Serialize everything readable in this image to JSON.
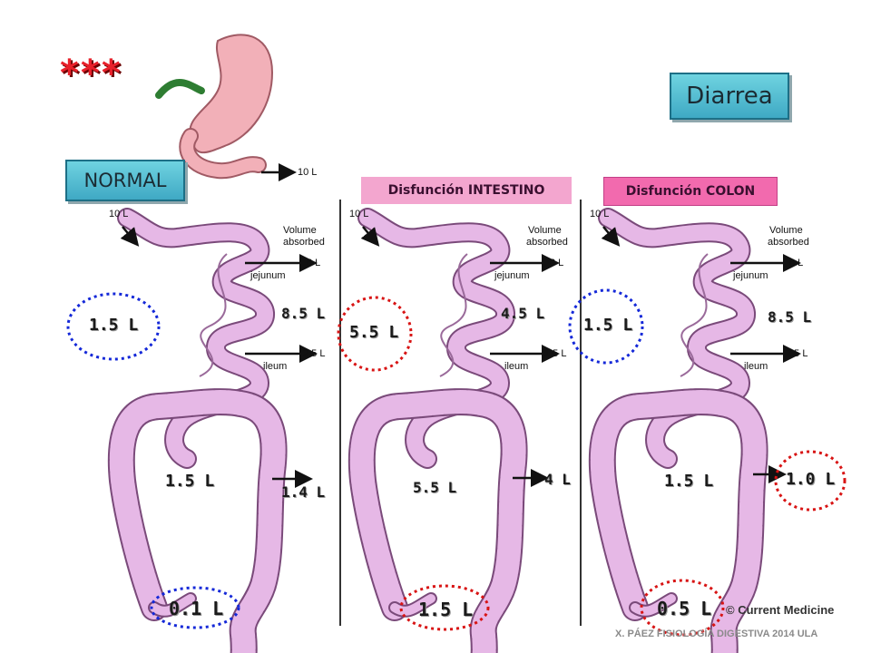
{
  "header": {
    "stars": "***",
    "title": "Diarrea",
    "normal_label": "NORMAL",
    "panel_intestino": "Disfunción INTESTINO",
    "panel_colon": "Disfunción COLON"
  },
  "stomach": {
    "output": "10 L"
  },
  "panels": [
    {
      "input": "10 L",
      "volume_absorbed_1": "Volume",
      "volume_absorbed_2": "absorbed",
      "jejunum_label": "jejunum",
      "jejunum_abs": "6 L",
      "ileum_label": "ileum",
      "ileum_abs": "2.5 L",
      "small_total": "8.5 L",
      "to_colon": "1.5 L",
      "colon_entry": "1.5 L",
      "colon_abs": "1.4 L",
      "stool": "0.1 L"
    },
    {
      "input": "10 L",
      "volume_absorbed_1": "Volume",
      "volume_absorbed_2": "absorbed",
      "jejunum_label": "jejunum",
      "jejunum_abs": "3 L",
      "ileum_label": "ileum",
      "ileum_abs": "1.5 L",
      "small_total": "4.5 L",
      "to_colon": "5.5 L",
      "colon_entry": "5.5 L",
      "colon_abs": "4 L",
      "stool": "1.5 L"
    },
    {
      "input": "10 L",
      "volume_absorbed_1": "Volume",
      "volume_absorbed_2": "absorbed",
      "jejunum_label": "jejunum",
      "jejunum_abs": "6 L",
      "ileum_label": "ileum",
      "ileum_abs": "2.5 L",
      "small_total": "8.5 L",
      "to_colon": "1.5 L",
      "colon_entry": "1.5 L",
      "colon_abs": "1.0 L",
      "stool": "0.5 L"
    }
  ],
  "credit": "© Current Medicine",
  "footer": "X. PÁEZ   FISIOLOGÍA DIGESTIVA 2014 ULA",
  "colors": {
    "intestine": "#e6b8e6",
    "intestine_outline": "#7a4a7a",
    "normal_circle": "#1428d8",
    "dysfunction_circle": "#d81414",
    "stomach": "#f2b0b8"
  }
}
